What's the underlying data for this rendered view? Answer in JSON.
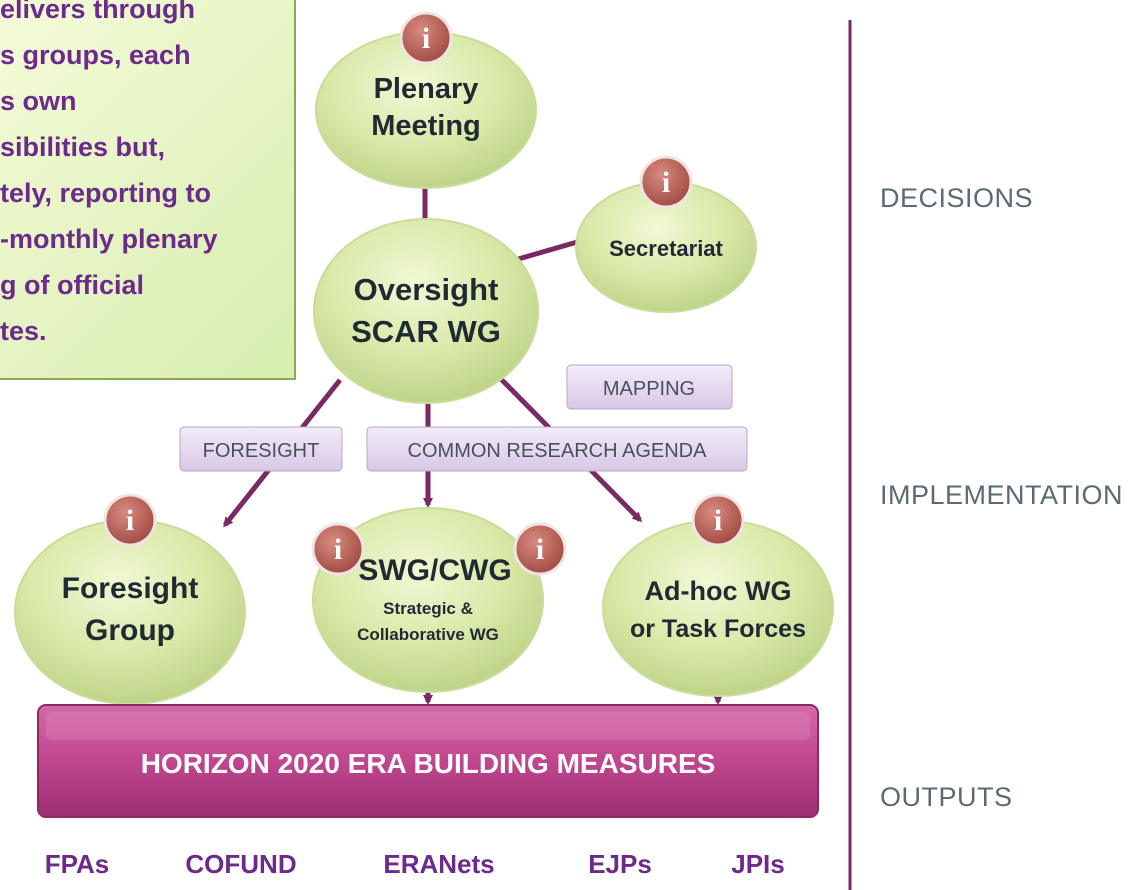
{
  "callout": {
    "lines": [
      "elivers through",
      "s groups, each",
      "s own",
      "sibilities but,",
      "tely, reporting to",
      "-monthly plenary",
      "g of official",
      "tes."
    ]
  },
  "nodes": {
    "plenary": [
      "Plenary",
      "Meeting"
    ],
    "secretariat": [
      "Secretariat"
    ],
    "oversight": [
      "Oversight",
      "SCAR WG"
    ],
    "foresight_group": [
      "Foresight",
      "Group"
    ],
    "swg_cwg": {
      "title": "SWG/CWG",
      "subtitle": [
        "Strategic &",
        "Collaborative WG"
      ]
    },
    "adhoc": [
      "Ad-hoc WG",
      "or Task Forces"
    ]
  },
  "tags": {
    "mapping": "MAPPING",
    "foresight": "FORESIGHT",
    "common_research_agenda": "COMMON RESEARCH AGENDA"
  },
  "bar": {
    "label": "HORIZON 2020 ERA BUILDING MEASURES"
  },
  "outputs": [
    "FPAs",
    "COFUND",
    "ERANets",
    "EJPs",
    "JPIs"
  ],
  "stages": {
    "decisions": "DECISIONS",
    "implementation": "IMPLEMENTATION",
    "outputs": "OUTPUTS"
  },
  "info_icon_glyph": "i",
  "colors": {
    "node_fill": "#d9e9a8",
    "node_text": "#1f2a33",
    "arrow": "#7a2a63",
    "tag_fill": "#e3d6ee",
    "bar_fill": "#c0468f",
    "info_icon": "#a8514b",
    "callout_text": "#6b2a8c",
    "stage_text": "#5b6a73",
    "divider": "#7a2a63"
  }
}
